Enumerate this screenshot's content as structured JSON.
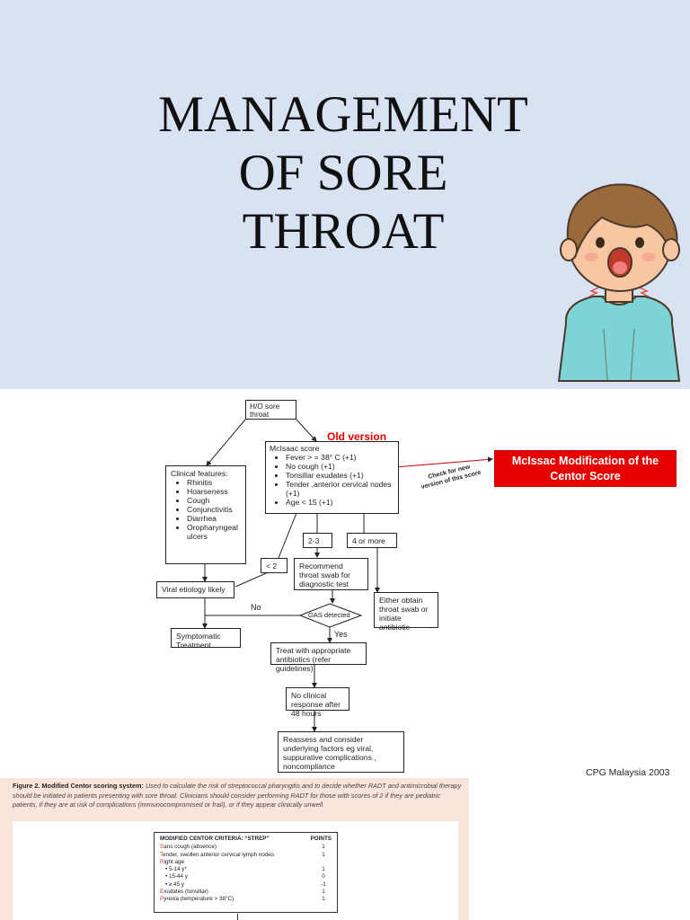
{
  "title": {
    "line1": "MANAGEMENT",
    "line2": "OF SORE",
    "line3": "THROAT"
  },
  "colors": {
    "banner": "#d9e2f3",
    "accent_red": "#e60000",
    "figure_bg": "#fbe4dc"
  },
  "flowchart": {
    "start": "H/O sore throat",
    "old_version": "Old version",
    "mcisaac_title": "McIsaac  score",
    "mcisaac_items": [
      "Fever > = 38° C (+1)",
      "No cough (+1)",
      "Tonsillar exudates (+1)",
      "Tender ,anterior  cervical nodes (+1)",
      "Age < 15  (+1)"
    ],
    "clinical_title": "Clinical features:",
    "clinical_items": [
      "Rhinitis",
      "Hoarseness",
      "Cough",
      "Conjunctivitis",
      "Diarrhea",
      "Oropharyngeal ulcers"
    ],
    "score_lt2": "< 2",
    "score_23": "2-3",
    "score_4more": "4 or more",
    "recommend": "Recommend throat swab for diagnostic test",
    "either": "Either obtain throat swab or initiate  antibiotic",
    "viral": "Viral etiology likely",
    "no_label": "No",
    "gas": "GAS detected",
    "yes_label": "Yes",
    "symptomatic": "Symptomatic Treatment",
    "treat": "Treat with appropriate antibiotics (refer guidelines)",
    "no_response": "No clinical response after 48 hours",
    "reassess": "Reassess and consider underlying factors eg viral, suppurative complications , noncompliance",
    "mod_box": "McIssac Modification of the Centor Score",
    "check_note": "Check for new version of this score"
  },
  "source": "CPG Malaysia 2003",
  "figure": {
    "caption_bold": "Figure 2. Modified Centor scoring system:",
    "caption_text": "Used to calculate the risk of streptococcal pharyngitis and to decide whether RADT and antimicrobial therapy should be initiated in patients presenting with sore throat. Clinicians should consider performing RADT for those with scores of 2 if they are pediatric patients, if they are at risk of complications (immunocompromised or frail), or if they appear clinically unwell.",
    "header_criteria": "MODIFIED CENTOR CRITERIA: “STREP”",
    "header_points": "POINTS",
    "rows": [
      {
        "lead": "S",
        "text": "ans cough (absence)",
        "points": "1"
      },
      {
        "lead": "T",
        "text": "ender, swollen anterior cervical lymph nodes",
        "points": "1"
      },
      {
        "lead": "R",
        "text": "ight age",
        "points": ""
      },
      {
        "lead": "",
        "text": "• 5-14 y*",
        "points": "1"
      },
      {
        "lead": "",
        "text": "• 15-44 y",
        "points": "0"
      },
      {
        "lead": "",
        "text": "• ≥ 45 y",
        "points": "-1"
      },
      {
        "lead": "E",
        "text": "xudates (tonsillar)",
        "points": "1"
      },
      {
        "lead": "P",
        "text": "yrexia (temperature > 38°C)",
        "points": "1"
      }
    ]
  }
}
